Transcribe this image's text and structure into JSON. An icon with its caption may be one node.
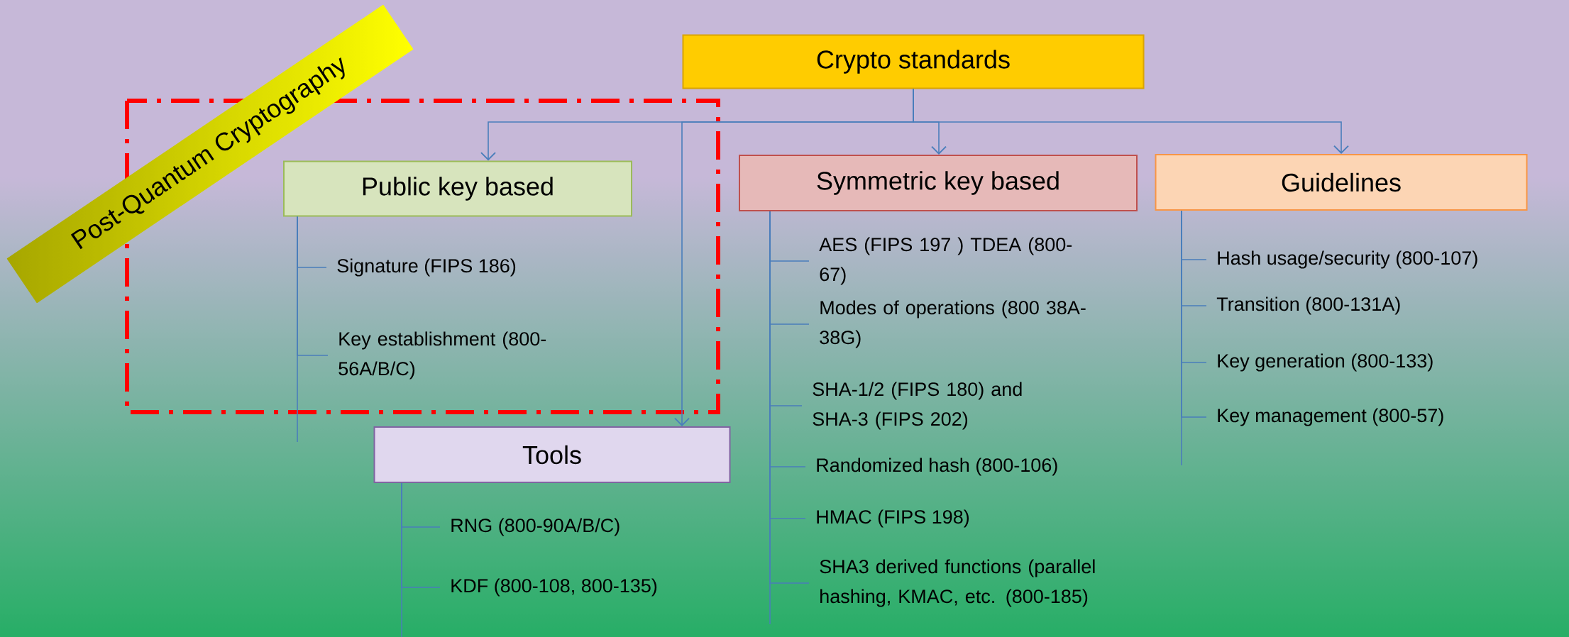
{
  "diagram": {
    "nodes": [
      {
        "text": [
          "Crypto standards"
        ]
      },
      {
        "text": [
          "Post-Quantum Cryptography"
        ]
      },
      {
        "text": [
          "Public key based"
        ]
      },
      {
        "text": [
          "Symmetric key based"
        ]
      },
      {
        "text": [
          "Guidelines"
        ]
      },
      {
        "text": [
          "Tools"
        ]
      },
      {
        "text": [
          "Signature (FIPS 186)"
        ]
      },
      {
        "text": [
          "Key establishment (800-56A/B/C)"
        ]
      },
      {
        "text": [
          "AES (FIPS 197 ) TDEA (800-67)"
        ]
      },
      {
        "text": [
          "Modes of operations (800 38A-38G)"
        ]
      },
      {
        "text": [
          "SHA-1/2 (FIPS 180) and SHA-3 (FIPS 202)"
        ]
      },
      {
        "text": [
          "Randomized hash (800-106)"
        ]
      },
      {
        "text": [
          "HMAC (FIPS 198)"
        ]
      },
      {
        "text": [
          "SHA3 derived functions (parallel hashing, KMAC, etc. (800-185)"
        ]
      },
      {
        "text": [
          "Hash usage/security (800-107)"
        ]
      },
      {
        "text": [
          "Transition (800-131A)"
        ]
      },
      {
        "text": [
          "Key generation (800-133)"
        ]
      },
      {
        "text": [
          "Key management (800-57)"
        ]
      },
      {
        "text": [
          "RNG (800-90A/B/C)"
        ]
      },
      {
        "text": [
          "KDF (800-108, 800-135)"
        ]
      }
    ],
    "edges": [
      {
        "from": 0,
        "to": 2,
        "arrow": "to"
      },
      {
        "from": 0,
        "to": 3,
        "arrow": "to"
      },
      {
        "from": 0,
        "to": 4,
        "arrow": "to"
      },
      {
        "from": 0,
        "to": 5,
        "arrow": "to"
      },
      {
        "from": 2,
        "to": 6,
        "arrow": "none"
      },
      {
        "from": 2,
        "to": 7,
        "arrow": "none"
      },
      {
        "from": 3,
        "to": 8,
        "arrow": "none"
      },
      {
        "from": 3,
        "to": 9,
        "arrow": "none"
      },
      {
        "from": 3,
        "to": 10,
        "arrow": "none"
      },
      {
        "from": 3,
        "to": 11,
        "arrow": "none"
      },
      {
        "from": 3,
        "to": 12,
        "arrow": "none"
      },
      {
        "from": 3,
        "to": 13,
        "arrow": "none"
      },
      {
        "from": 4,
        "to": 14,
        "arrow": "none"
      },
      {
        "from": 4,
        "to": 15,
        "arrow": "none"
      },
      {
        "from": 4,
        "to": 16,
        "arrow": "none"
      },
      {
        "from": 4,
        "to": 17,
        "arrow": "none"
      },
      {
        "from": 5,
        "to": 18,
        "arrow": "none"
      },
      {
        "from": 5,
        "to": 19,
        "arrow": "none"
      }
    ]
  }
}
